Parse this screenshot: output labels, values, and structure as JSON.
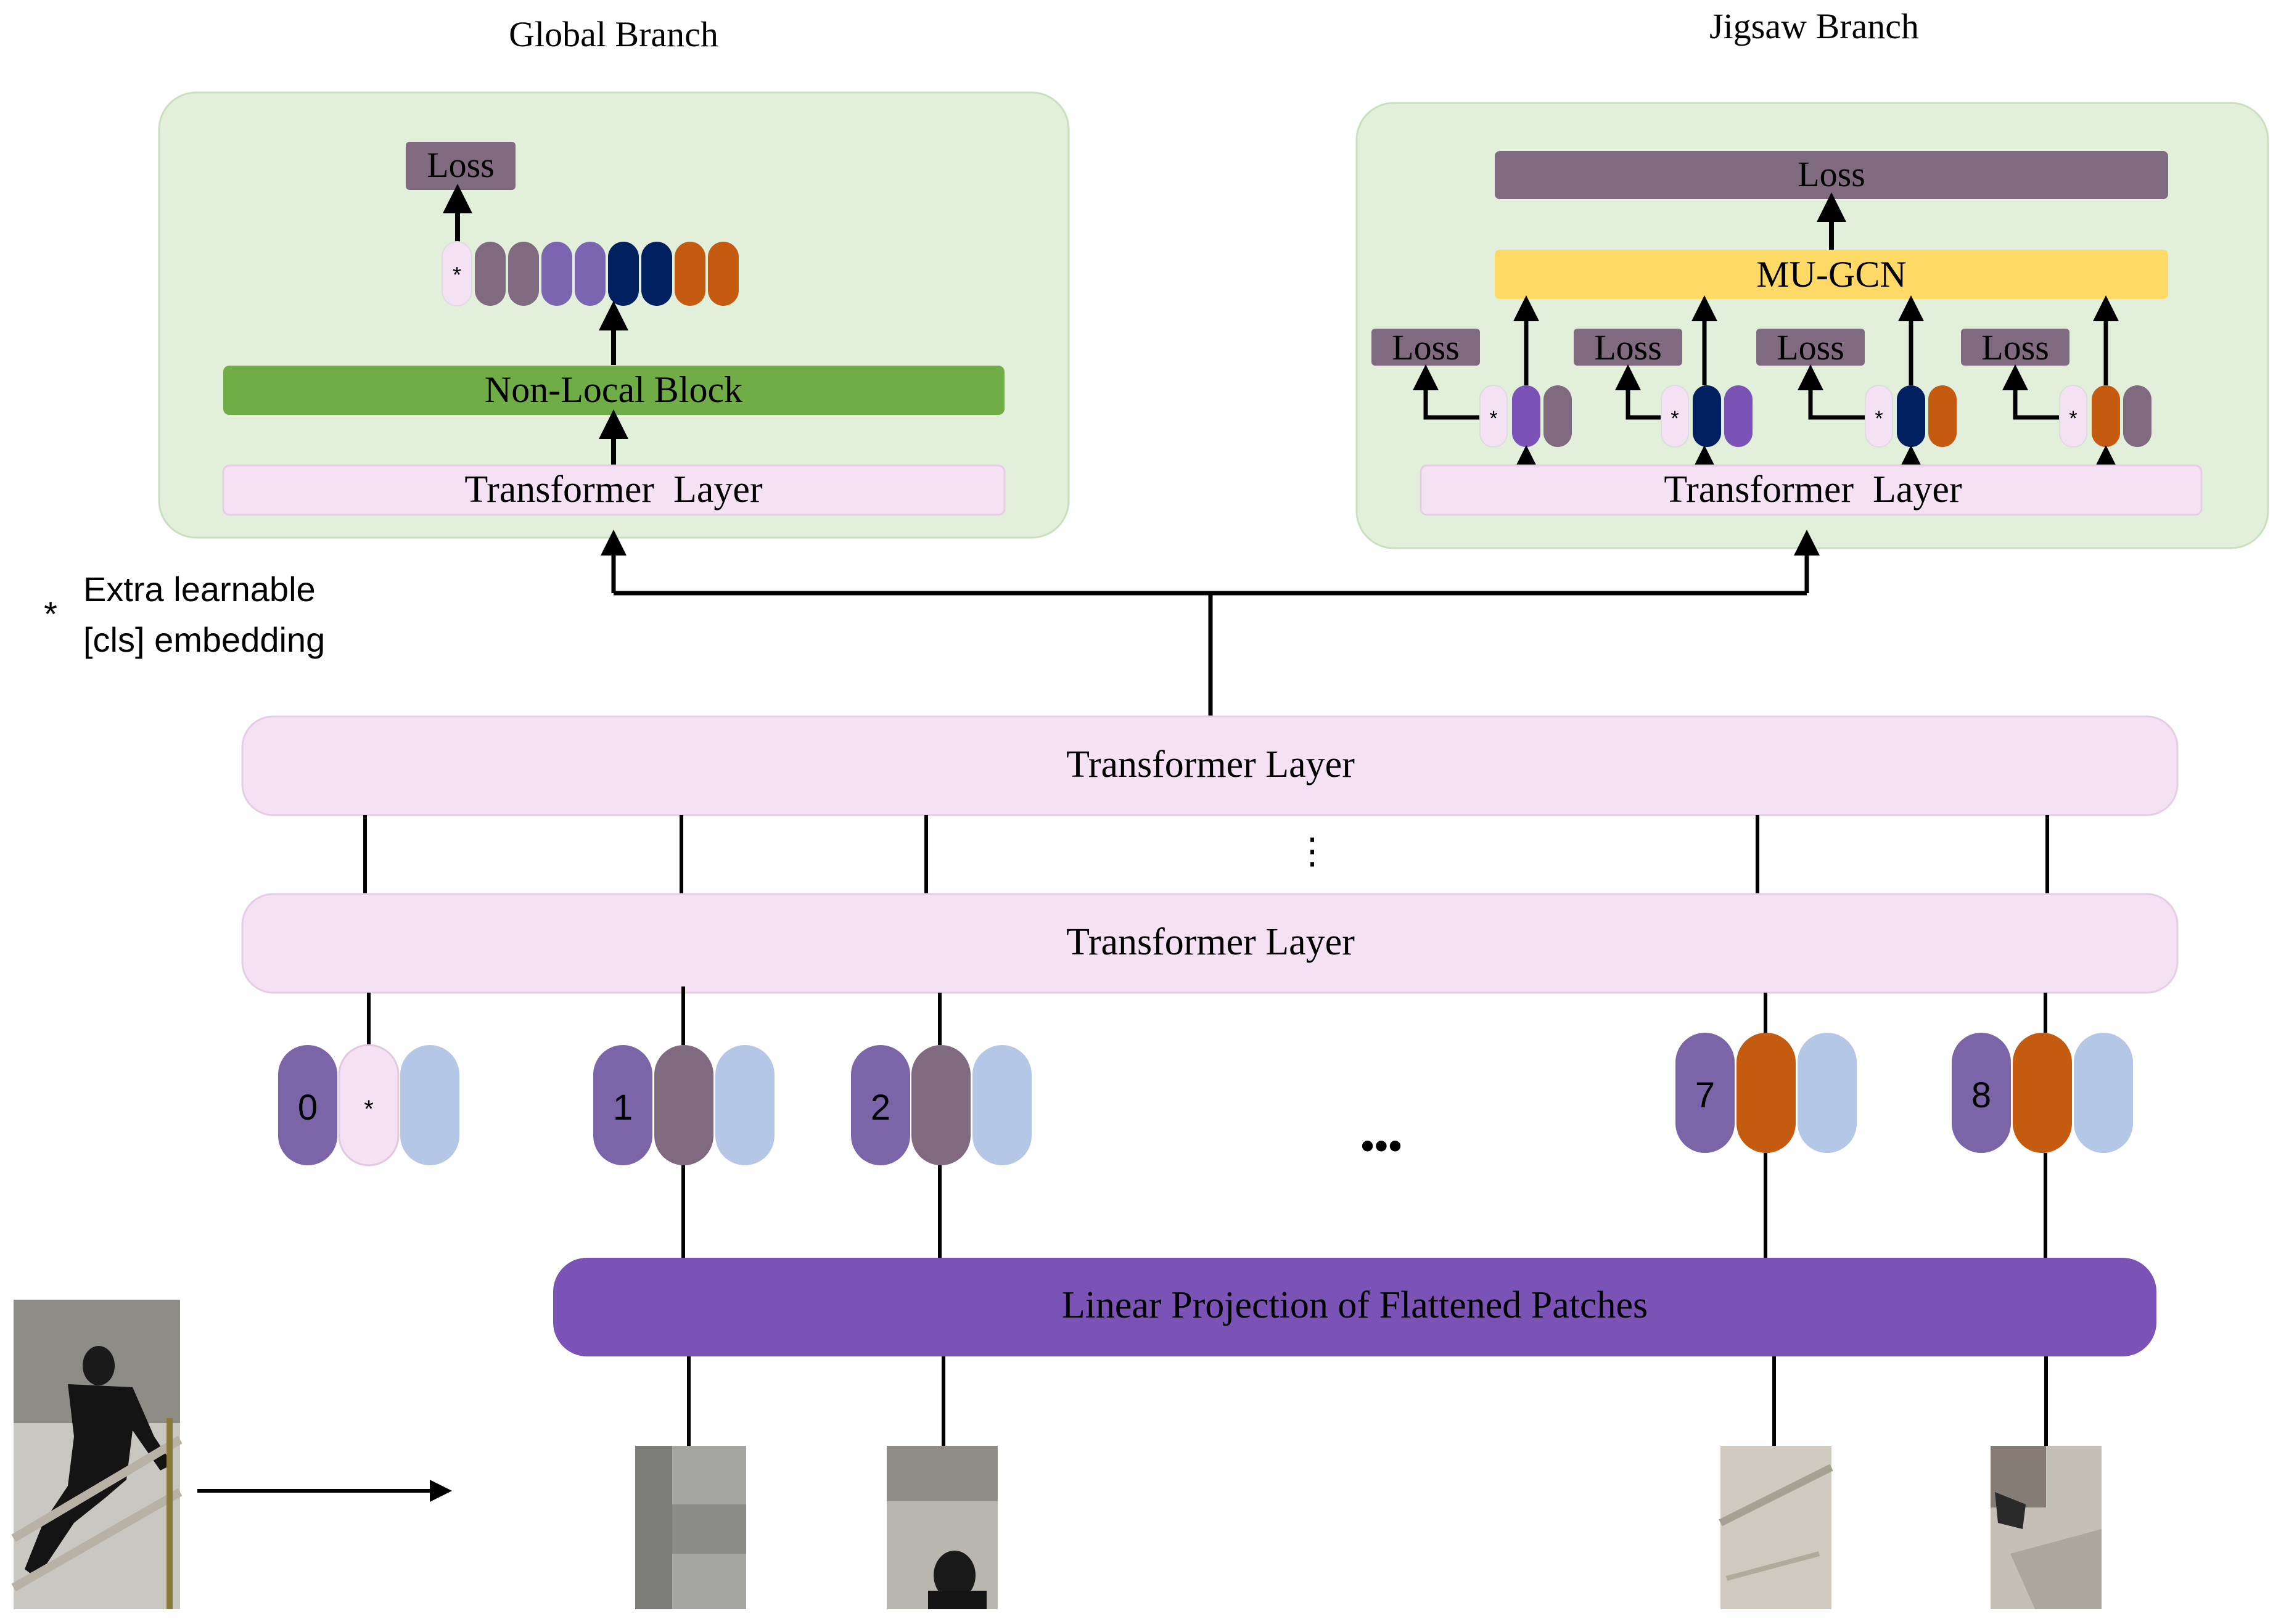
{
  "global_branch": {
    "title": "Global Branch",
    "loss_label": "Loss",
    "nonlocal_label": "Non-Local Block",
    "transformer_label": "Transformer  Layer",
    "cls_marker": "*"
  },
  "jigsaw_branch": {
    "title": "Jigsaw Branch",
    "loss_label": "Loss",
    "mugcn_label": "MU-GCN",
    "transformer_label": "Transformer  Layer",
    "sub_losses": [
      "Loss",
      "Loss",
      "Loss",
      "Loss"
    ],
    "cls_marker": "*"
  },
  "legend": {
    "symbol": "*",
    "line1": "Extra learnable",
    "line2": "[cls] embedding"
  },
  "backbone": {
    "top_layer_label": "Transformer Layer",
    "bottom_layer_label": "Transformer Layer",
    "vertical_ellipsis": "⋮",
    "tokens_ellipsis": "•••",
    "projection_label": "Linear Projection of Flattened Patches",
    "position_indices": [
      "0",
      "1",
      "2",
      "7",
      "8"
    ],
    "cls_marker": "*"
  },
  "colors": {
    "panel_bg": "#e2efda",
    "transformer_bg": "#f4e1f3",
    "loss_bg": "#7f6a7f",
    "nonlocal_bg": "#70ad47",
    "mugcn_bg": "#ffd966",
    "projection_bg": "#7b52b5",
    "pos_embed": "#7b65a8",
    "patch_embed_mauve": "#7f6a7f",
    "patch_embed_orange": "#c55a11",
    "patch_embed_navy": "#002060",
    "patch_embed_lavender": "#7b65b0",
    "light_blue": "#b4c7e7"
  }
}
